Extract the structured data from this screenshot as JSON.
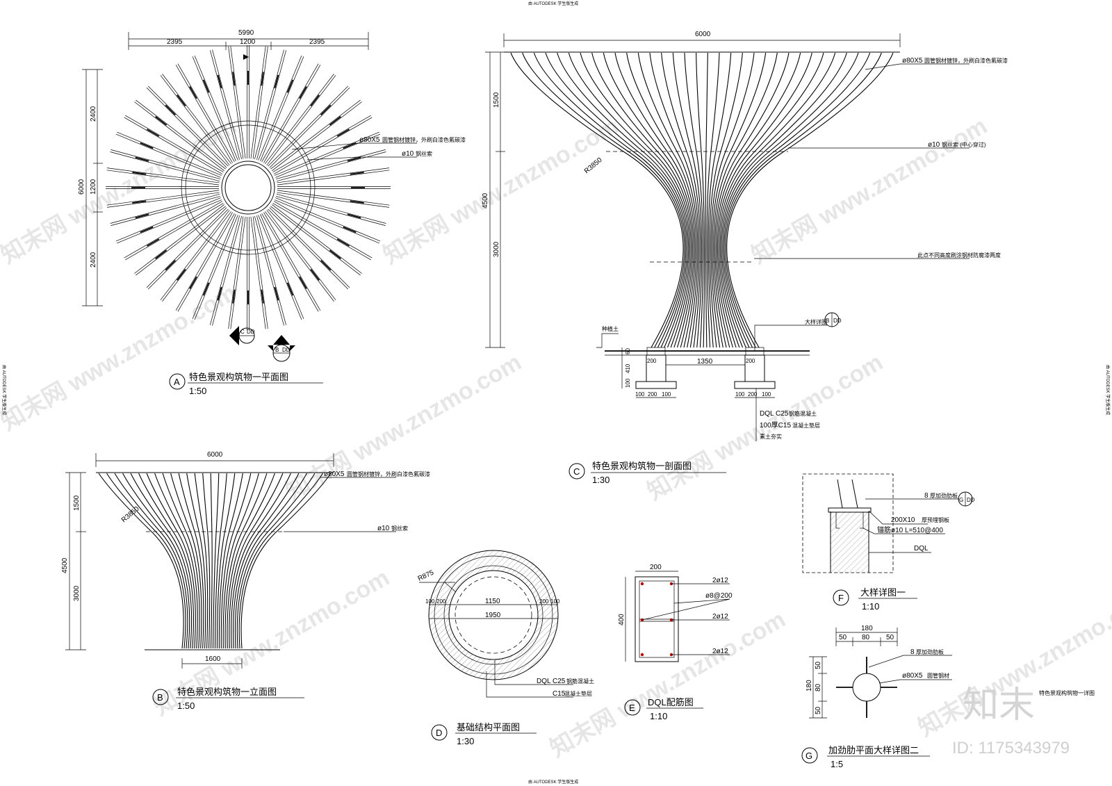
{
  "header": {
    "autodesk_top": "由 AUTODESK 学生版生成",
    "autodesk_bottom": "由 AUTODESK 学生版生成",
    "autodesk_side": "由 AUTODESK 学生版生成"
  },
  "watermark": {
    "text": "知末网 www.znzmo.com",
    "brand": "知末",
    "id": "ID: 1175343979"
  },
  "view_a": {
    "letter": "A",
    "title": "特色景观构筑物一平面图",
    "scale": "1:50",
    "dims_top": {
      "total": "5990",
      "left": "2395",
      "mid": "1200",
      "right": "2395"
    },
    "dims_left": {
      "total": "6000",
      "top": "2400",
      "mid": "1200",
      "bottom": "2400"
    },
    "note1": "ø80X5",
    "note1_desc": "圆管钢材镀锌，外刷白漆色氟碳漆",
    "note2": "ø10",
    "note2_desc": "钢丝索",
    "section_c": {
      "letter": "C",
      "ref": "DD"
    },
    "section_b": {
      "letter": "B",
      "ref": "DD"
    }
  },
  "view_b": {
    "letter": "B",
    "title": "特色景观构筑物一立面图",
    "scale": "1:50",
    "dim_top": "6000",
    "dim_left_top": "1500",
    "dim_left_total": "4500",
    "dim_left_bottom": "3000",
    "dim_bottom": "1600",
    "radius": "R3850",
    "note1": "ø80X5",
    "note1_desc": "圆管钢材镀锌，外刷白漆色氟碳漆",
    "note2": "ø10",
    "note2_desc": "钢丝索"
  },
  "view_c": {
    "letter": "C",
    "title": "特色景观构筑物一剖面图",
    "scale": "1:30",
    "dim_top": "6000",
    "dim_left_top": "1500",
    "dim_left_total": "4500",
    "dim_left_bottom": "3000",
    "radius": "R3850",
    "note1": "ø80X5",
    "note1_desc": "圆管钢材镀锌，外刷白漆色氟碳漆",
    "note2": "ø10",
    "note2_desc": "钢丝索 (中心穿过)",
    "note3_desc": "此点不同高度刷涂钢材防腐漆两度",
    "grade_label": "种植土",
    "detail_label": "大样详图",
    "detail_ref_letter": "B",
    "detail_ref_sheet": "DD",
    "d_60": "60",
    "d_410": "410",
    "d_100": "100",
    "d_200a": "200",
    "d_1350": "1350",
    "d_200b": "200",
    "foot_left": [
      "100",
      "200",
      "100"
    ],
    "foot_right": [
      "100",
      "200",
      "100"
    ],
    "f_note1": "DQL C25",
    "f_note1_desc": "钢筋混凝土",
    "f_note2": "100厚C15",
    "f_note2_desc": "混凝土垫层",
    "f_note3_desc": "素土夯实"
  },
  "view_d": {
    "letter": "D",
    "title": "基础结构平面图",
    "scale": "1:30",
    "radius": "R875",
    "d_left": "100",
    "d_left2": "200",
    "d_inner": "1150",
    "d_right": "200",
    "d_right2": "100",
    "d_total": "1950",
    "note1": "DQL C25",
    "note1_desc": "钢筋混凝土",
    "note2": "C15",
    "note2_desc": "混凝土垫层"
  },
  "view_e": {
    "letter": "E",
    "title": "DQL配筋图",
    "scale": "1:10",
    "d_width": "200",
    "d_height": "400",
    "r1": "2ø12",
    "r2": "ø8@200",
    "r3": "2ø12",
    "r4": "2ø12"
  },
  "view_f": {
    "letter": "F",
    "title": "大样详图一",
    "scale": "1:10",
    "n1": "8",
    "n1_desc": "厚加劲肋板",
    "ref_letter": "G",
    "ref_sheet": "DD",
    "n2": "200X10",
    "n2_desc": "厚预埋钢板",
    "n3": "锚筋ø10 L=510@400",
    "n4": "DQL"
  },
  "view_g": {
    "letter": "G",
    "title": "加劲肋平面大样详图二",
    "scale": "1:5",
    "d_total": "180",
    "d_a": "50",
    "d_b": "80",
    "d_c": "50",
    "v_a": "50",
    "v_total": "180",
    "v_b": "80",
    "v_c": "50",
    "n1": "8",
    "n1_desc": "厚加劲肋板",
    "n2": "ø80X5",
    "n2_desc": "圆管钢材",
    "side_note": "特色景观构筑物一详图"
  }
}
